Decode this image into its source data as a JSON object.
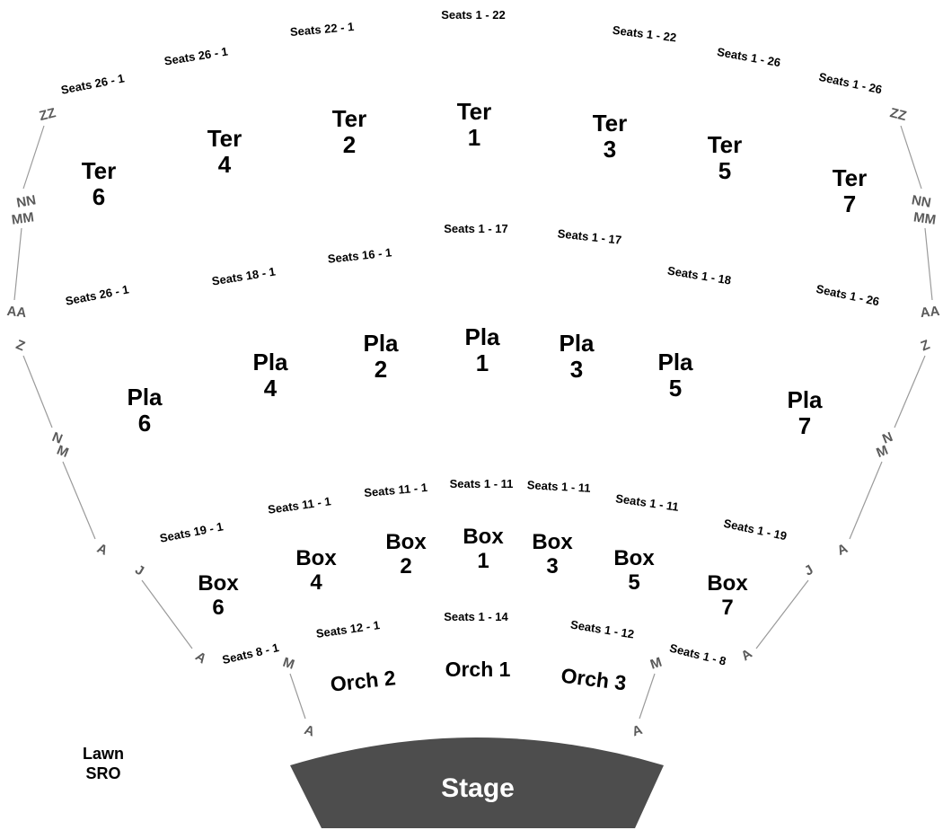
{
  "sections": {
    "ter": [
      {
        "id": "ter1",
        "name": "Ter",
        "num": "1"
      },
      {
        "id": "ter2",
        "name": "Ter",
        "num": "2"
      },
      {
        "id": "ter3",
        "name": "Ter",
        "num": "3"
      },
      {
        "id": "ter4",
        "name": "Ter",
        "num": "4"
      },
      {
        "id": "ter5",
        "name": "Ter",
        "num": "5"
      },
      {
        "id": "ter6",
        "name": "Ter",
        "num": "6"
      },
      {
        "id": "ter7",
        "name": "Ter",
        "num": "7"
      }
    ],
    "pla": [
      {
        "id": "pla1",
        "name": "Pla",
        "num": "1"
      },
      {
        "id": "pla2",
        "name": "Pla",
        "num": "2"
      },
      {
        "id": "pla3",
        "name": "Pla",
        "num": "3"
      },
      {
        "id": "pla4",
        "name": "Pla",
        "num": "4"
      },
      {
        "id": "pla5",
        "name": "Pla",
        "num": "5"
      },
      {
        "id": "pla6",
        "name": "Pla",
        "num": "6"
      },
      {
        "id": "pla7",
        "name": "Pla",
        "num": "7"
      }
    ],
    "box": [
      {
        "id": "box1",
        "name": "Box",
        "num": "1"
      },
      {
        "id": "box2",
        "name": "Box",
        "num": "2"
      },
      {
        "id": "box3",
        "name": "Box",
        "num": "3"
      },
      {
        "id": "box4",
        "name": "Box",
        "num": "4"
      },
      {
        "id": "box5",
        "name": "Box",
        "num": "5"
      },
      {
        "id": "box6",
        "name": "Box",
        "num": "6"
      },
      {
        "id": "box7",
        "name": "Box",
        "num": "7"
      }
    ],
    "orch": [
      {
        "id": "orch1",
        "label": "Orch 1"
      },
      {
        "id": "orch2",
        "label": "Orch 2"
      },
      {
        "id": "orch3",
        "label": "Orch 3"
      }
    ]
  },
  "seat_ranges": {
    "ter": [
      "Seats 26 - 1",
      "Seats 26 - 1",
      "Seats 22 - 1",
      "Seats 1 - 22",
      "Seats 1 - 22",
      "Seats 1 - 26",
      "Seats 1 - 26"
    ],
    "pla": [
      "Seats 26 - 1",
      "Seats 18 - 1",
      "Seats 16 - 1",
      "Seats 1 - 17",
      "Seats 1 - 17",
      "Seats 1 - 18",
      "Seats 1 - 26"
    ],
    "box": [
      "Seats 19 - 1",
      "Seats 11 - 1",
      "Seats 11 - 1",
      "Seats 1 - 11",
      "Seats 1 - 11",
      "Seats 1 - 11",
      "Seats 1 - 19"
    ],
    "orch": [
      "Seats 8 - 1",
      "Seats 12 - 1",
      "Seats 1 - 14",
      "Seats 1 - 12",
      "Seats 1 - 8"
    ]
  },
  "row_labels": {
    "left": [
      "ZZ",
      "NN",
      "MM",
      "AA",
      "Z",
      "N",
      "M",
      "A",
      "J",
      "A",
      "M",
      "A"
    ],
    "right": [
      "ZZ",
      "NN",
      "MM",
      "AA",
      "Z",
      "N",
      "M",
      "A",
      "J",
      "A",
      "M",
      "A"
    ]
  },
  "stage": {
    "label": "Stage"
  },
  "lawn": {
    "line1": "Lawn",
    "line2": "SRO"
  },
  "colors": {
    "stage": "#4d4d4d",
    "row_label": "#5a5a5a",
    "aisle_line": "#9a9a9a"
  }
}
